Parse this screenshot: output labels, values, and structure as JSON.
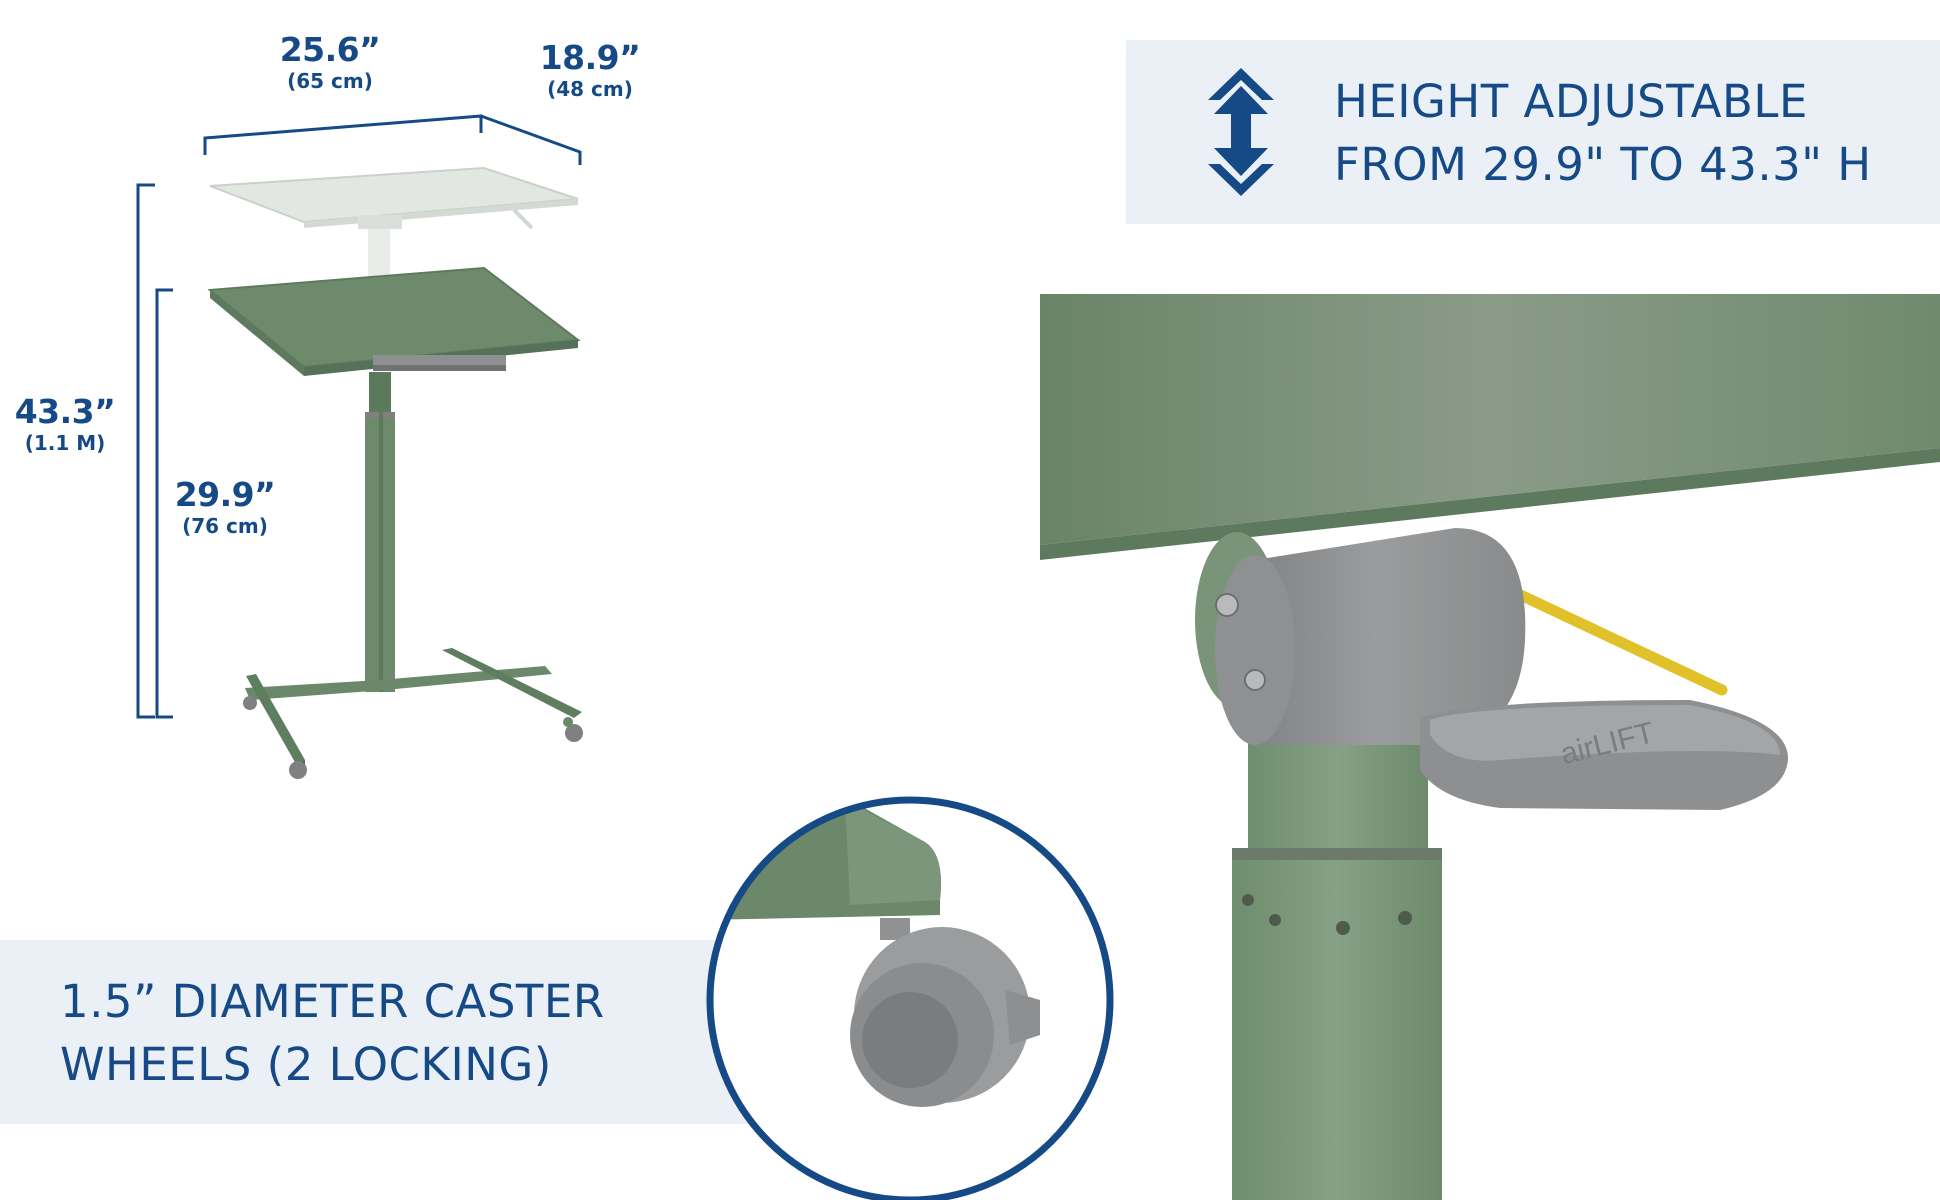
{
  "dimensions": {
    "width": {
      "value": "25.6”",
      "metric": "(65 cm)"
    },
    "depth": {
      "value": "18.9”",
      "metric": "(48 cm)"
    },
    "max_height": {
      "value": "43.3”",
      "metric": "(1.1 M)"
    },
    "min_height": {
      "value": "29.9”",
      "metric": "(76 cm)"
    }
  },
  "height_panel": {
    "icon": "double-arrow-vertical-icon",
    "line1": "HEIGHT ADJUSTABLE",
    "line2": "FROM 29.9\" TO 43.3\" H"
  },
  "caster_panel": {
    "line1": "1.5” DIAMETER CASTER",
    "line2": "WHEELS  (2 LOCKING)"
  },
  "lever_logo": "airLIFT",
  "colors": {
    "navy": "#164a86",
    "panel_bg": "#eaf0f6",
    "desk_green": "#6d8a6c",
    "desk_green_light": "#c9d4c8",
    "mechanism_gray": "#8d8f90",
    "cable_yellow": "#e0c12a"
  }
}
